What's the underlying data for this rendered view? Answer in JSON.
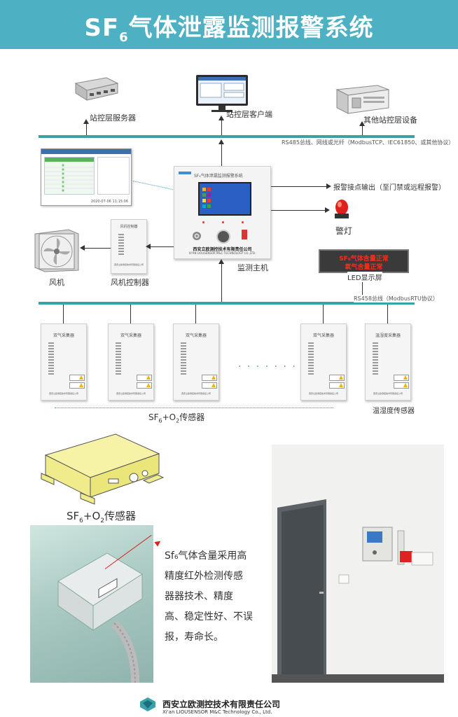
{
  "header": {
    "title_main": "SF",
    "title_sub": "6",
    "title_rest": "气体泄露监测报警系统",
    "bg_color": "#4db0c3"
  },
  "top": {
    "server_label": "站控层服务器",
    "client_label": "站控层客户端",
    "other_label": "其他站控层设备",
    "bus_label": "RS485总线、网线或光纤（ModbusTCP、IEC61850、或其他协议）"
  },
  "host": {
    "panel_title": "SF₆气体泄漏监测报警系统",
    "company_cn": "西安立欧测控技术有限责任公司",
    "company_en": "XI'AN LIOUSENSOR M&C TECHNOLOGY CO.,LTD.",
    "label": "监测主机",
    "output_label": "报警接点输出（至门禁或远程报警）",
    "lamp_label": "警灯",
    "led_label": "LED显示屏",
    "led_text_1": "SF₆气体含量正常",
    "led_text_2": "氧气含量正常"
  },
  "left": {
    "screen_time": "2020-07-06 11:15:06",
    "fan_label": "风机",
    "fan_ctrl_label": "风机控制器",
    "fan_ctrl_title": "风机控制器",
    "fan_ctrl_company": "西安立欧测控技术有限责任公司"
  },
  "field_bus": {
    "label": "RS458总线（ModbusRTU协议）"
  },
  "sensors": {
    "unit_title": "双气采集器",
    "temp_title": "温湿度采集器",
    "company": "西安立欧测控技术有限责任公司",
    "ellipsis": "· · · · · · ·",
    "group_label_main": "SF",
    "group_label_sub1": "6",
    "group_label_mid": "+O",
    "group_label_sub2": "2",
    "group_label_rest": "传感器",
    "temp_label": "温湿度传感器"
  },
  "bottom": {
    "sensor_caption_main": "SF",
    "sensor_caption_sub1": "6",
    "sensor_caption_mid": "+O",
    "sensor_caption_sub2": "2",
    "sensor_caption_rest": "传感器",
    "desc_lines": [
      "Sf₆气体含量采用高",
      "精度红外检测传感",
      "器器技术、精度",
      "高、稳定性好、不误",
      "报，寿命长。"
    ]
  },
  "footer": {
    "company_cn": "西安立欧测控技术有限责任公司",
    "company_en": "Xi'an LIOUSENSOR M&C Technology Co., Ltd."
  }
}
